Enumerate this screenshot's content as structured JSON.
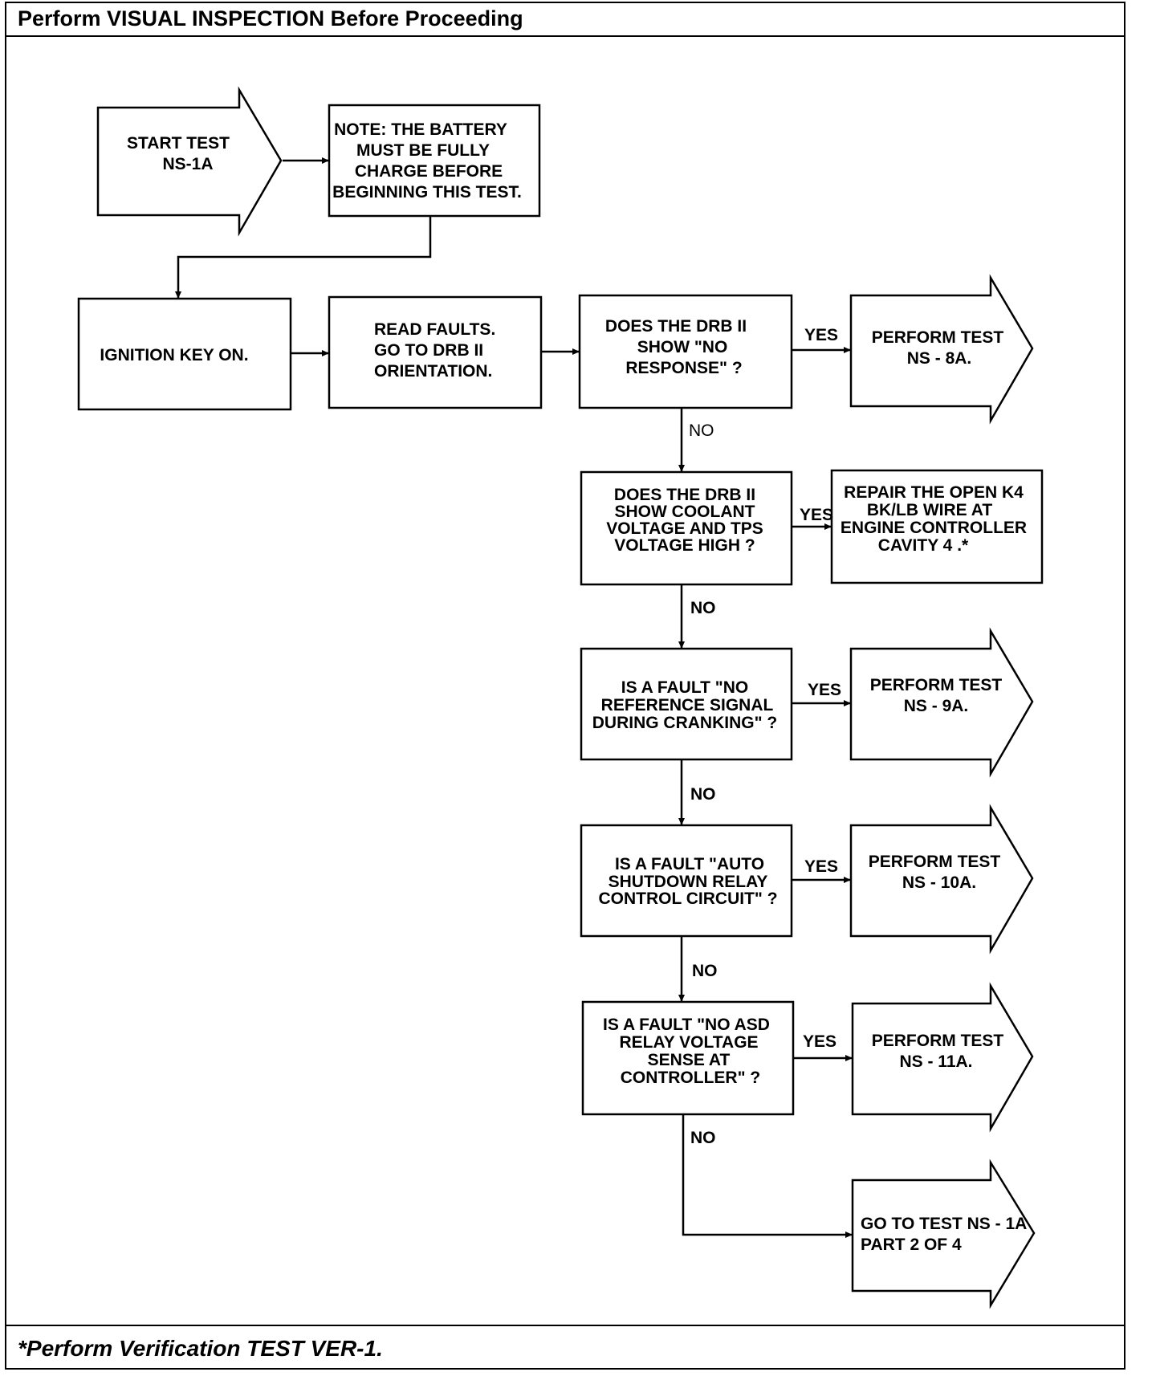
{
  "header": {
    "title": "Perform VISUAL INSPECTION Before Proceeding"
  },
  "footer": {
    "note": "*Perform Verification TEST VER-1."
  },
  "nodes": {
    "start": [
      "START TEST",
      "NS-1A"
    ],
    "note": [
      "NOTE: THE BATTERY",
      "MUST BE FULLY",
      "CHARGE BEFORE",
      "BEGINNING THIS TEST."
    ],
    "ignition": [
      "IGNITION KEY ON."
    ],
    "read_faults": [
      "READ FAULTS.",
      "GO TO DRB II",
      "ORIENTATION."
    ],
    "q_no_response": [
      "DOES THE DRB II",
      "SHOW \"NO",
      "RESPONSE\" ?"
    ],
    "perform_8a": [
      "PERFORM TEST",
      "NS - 8A."
    ],
    "q_coolant": [
      "DOES THE DRB II",
      "SHOW COOLANT",
      "VOLTAGE AND TPS",
      "VOLTAGE HIGH ?"
    ],
    "repair_k4": [
      "REPAIR THE OPEN K4",
      "BK/LB WIRE AT",
      "ENGINE CONTROLLER",
      "CAVITY 4 .*"
    ],
    "q_reference": [
      "IS A FAULT \"NO",
      "REFERENCE SIGNAL",
      "DURING CRANKING\" ?"
    ],
    "perform_9a": [
      "PERFORM TEST",
      "NS - 9A."
    ],
    "q_auto_shutdown": [
      "IS A FAULT \"AUTO",
      "SHUTDOWN RELAY",
      "CONTROL CIRCUIT\" ?"
    ],
    "perform_10a": [
      "PERFORM TEST",
      "NS - 10A."
    ],
    "q_asd_sense": [
      "IS A FAULT \"NO ASD",
      "RELAY VOLTAGE",
      "SENSE AT",
      "CONTROLLER\" ?"
    ],
    "perform_11a": [
      "PERFORM TEST",
      "NS - 11A."
    ],
    "goto_part2": [
      "GO TO TEST NS - 1A",
      "PART 2 OF 4"
    ]
  },
  "edge_labels": {
    "yes_1": "YES",
    "no_1": "NO",
    "yes_2": "YES",
    "no_2": "NO",
    "yes_3": "YES",
    "no_3": "NO",
    "yes_4": "YES",
    "no_4": "NO",
    "yes_5": "YES",
    "no_5": "NO"
  }
}
